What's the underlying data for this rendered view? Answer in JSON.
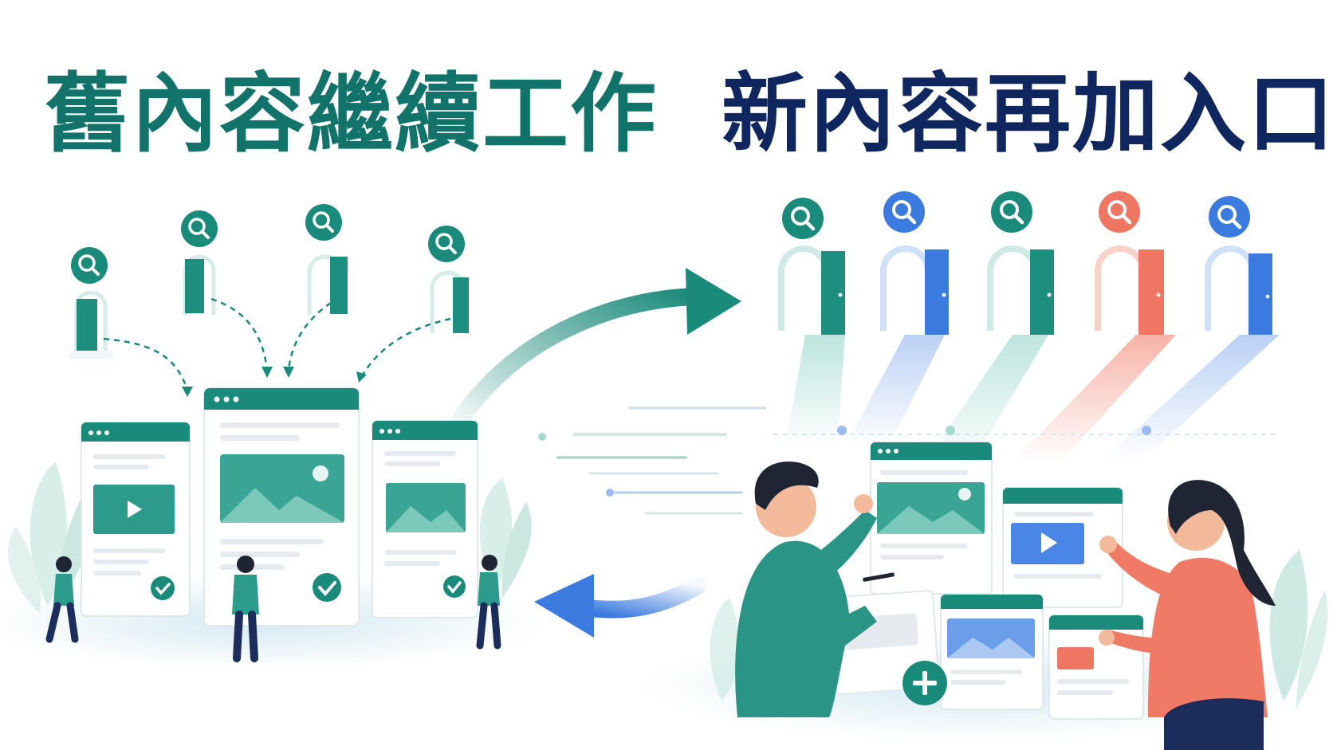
{
  "titles": {
    "left": "舊內容繼續工作",
    "right": "新內容再加入口"
  },
  "colors": {
    "teal": "#1a8a7a",
    "teal_dark": "#12736a",
    "navy": "#10265e",
    "blue": "#3b7be0",
    "coral": "#ef7662",
    "light_teal": "#cfe9e4"
  },
  "icons": {
    "search": "search-icon",
    "door": "door-icon",
    "check": "check-icon",
    "play": "play-icon",
    "image": "image-icon",
    "plus": "plus-icon",
    "arrow": "arrow-icon"
  },
  "left_entrances": [
    "teal",
    "teal",
    "teal",
    "teal"
  ],
  "right_entrances": [
    "teal",
    "blue",
    "teal",
    "coral",
    "blue"
  ]
}
